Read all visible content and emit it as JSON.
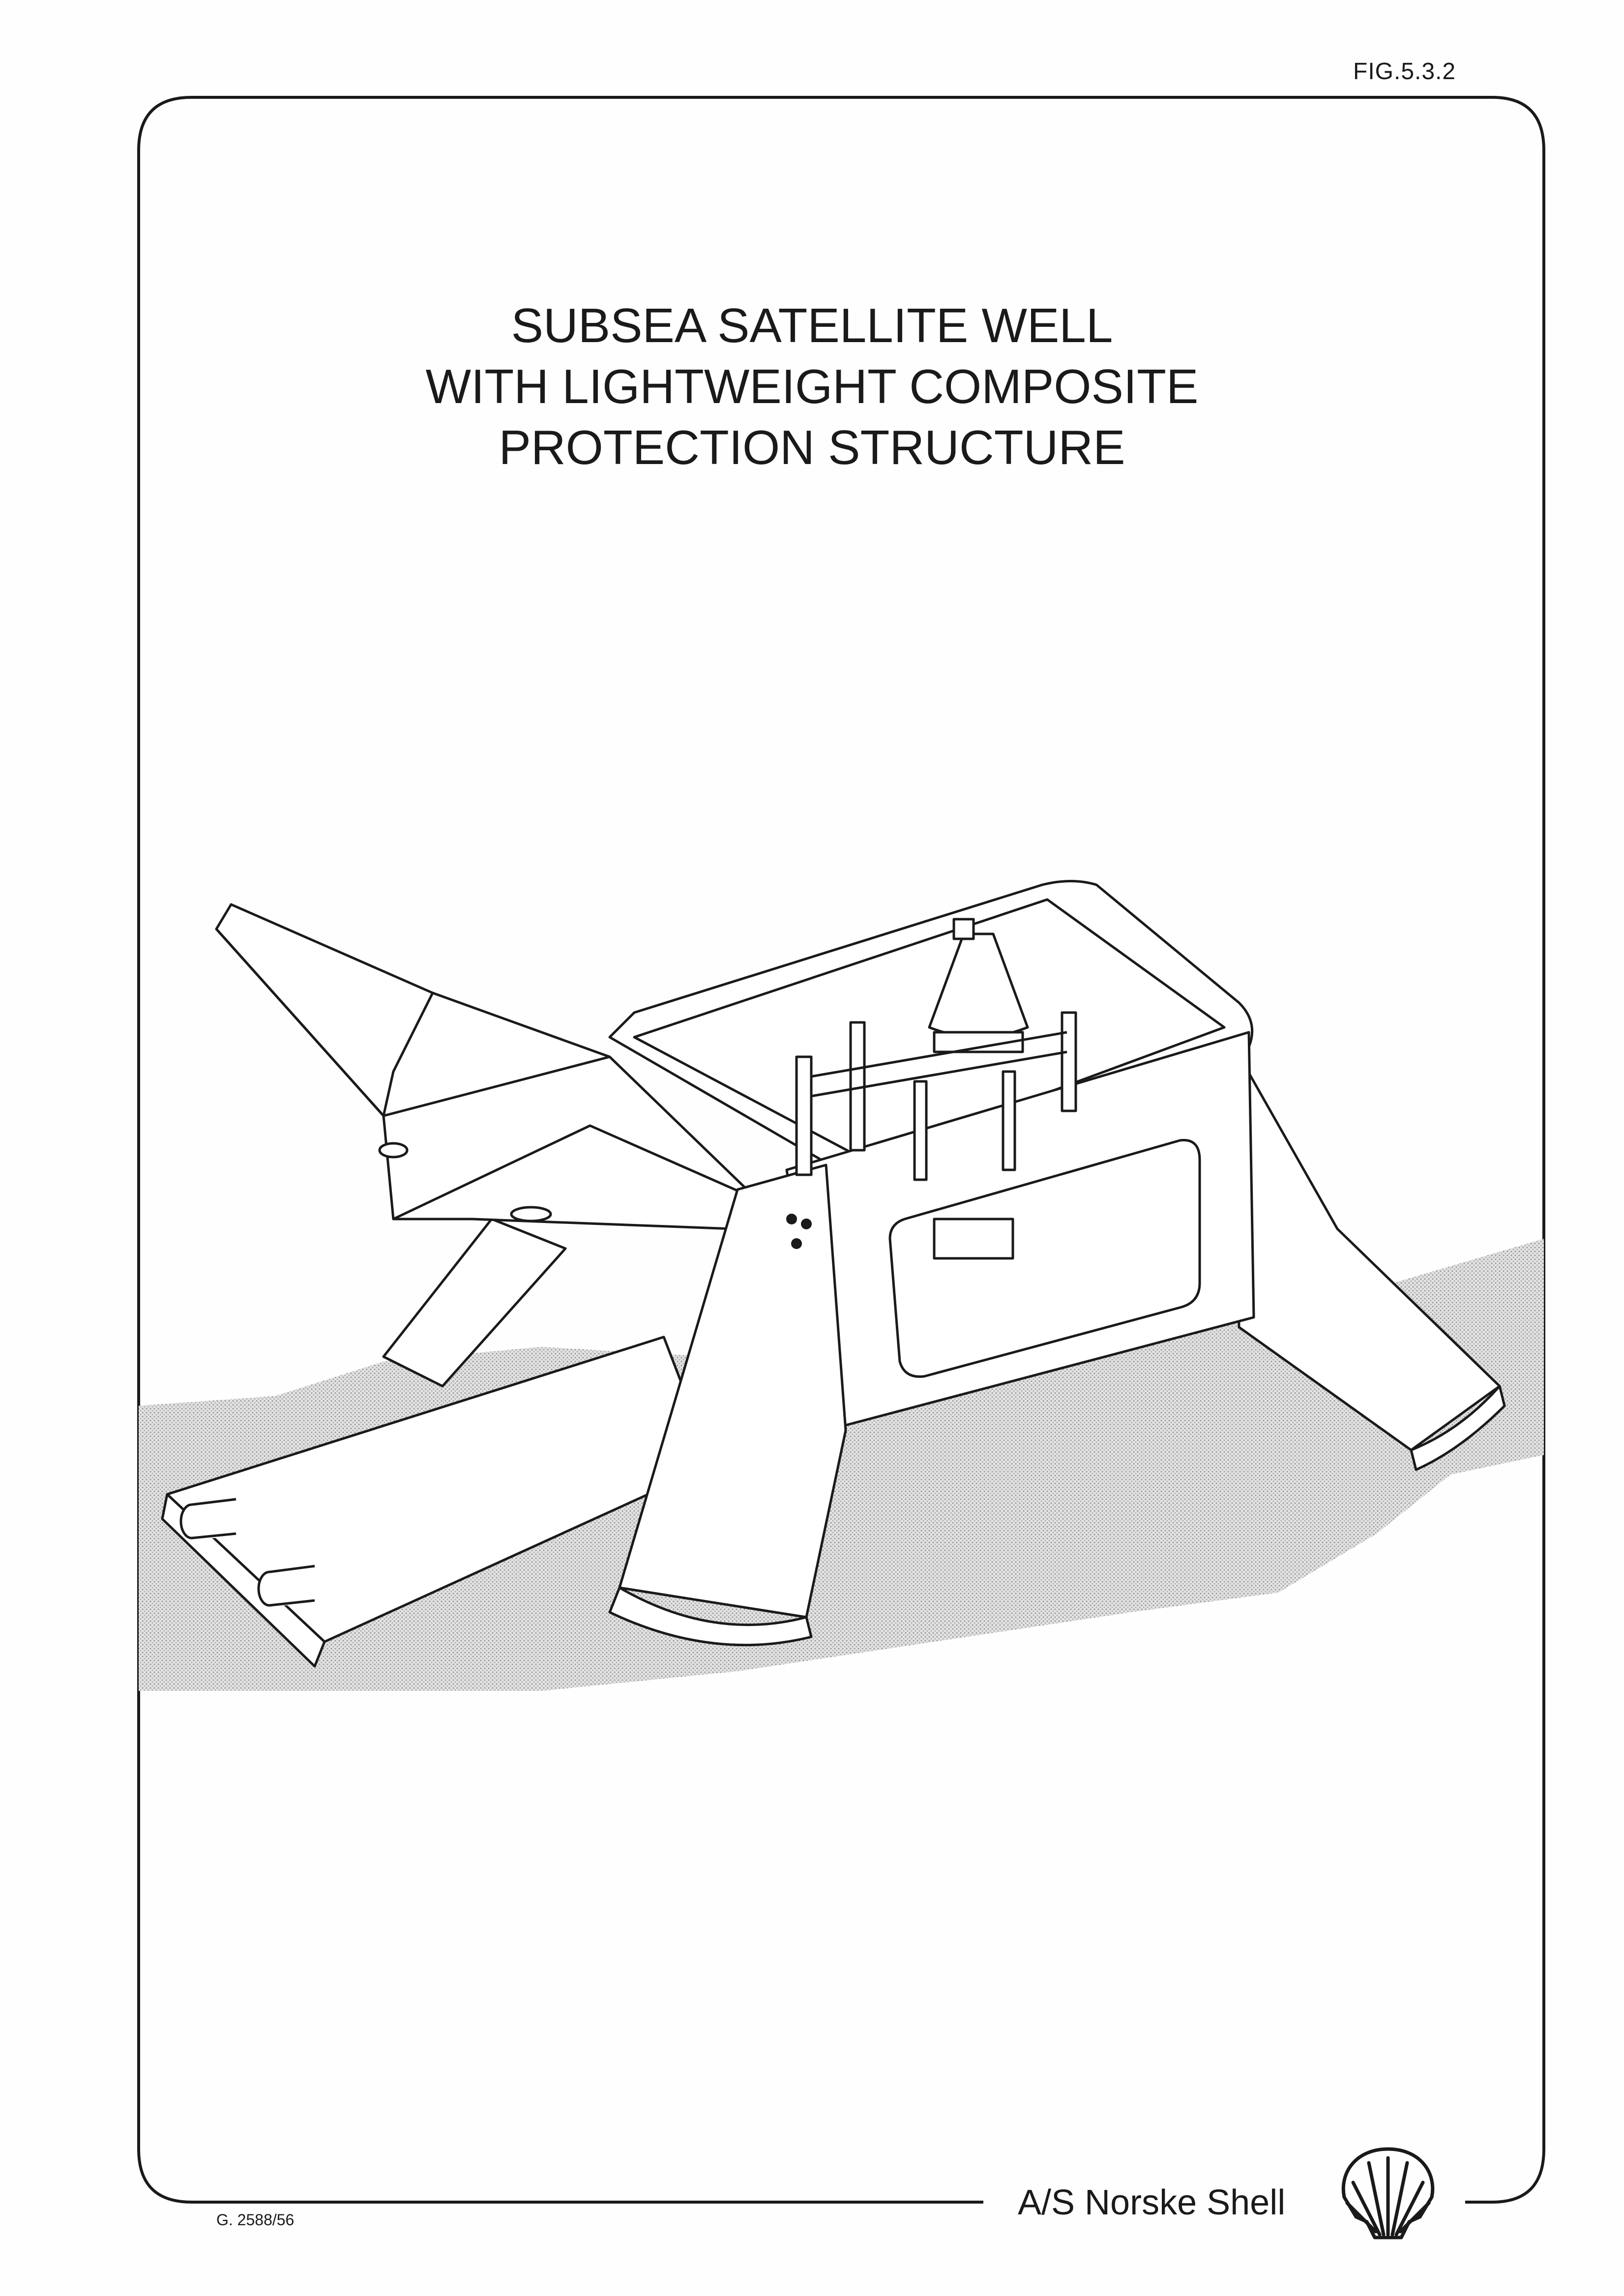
{
  "figure_label": "FIG.5.3.2",
  "title_lines": [
    "SUBSEA SATELLITE WELL",
    "WITH LIGHTWEIGHT COMPOSITE",
    "PROTECTION STRUCTURE"
  ],
  "company": "A/S Norske Shell",
  "drawing_number": "G. 2588/56",
  "icons": {
    "logo": "shell-logo-icon"
  },
  "colors": {
    "line": "#1a1a1a",
    "seabed_shading": "#d9d9d9",
    "paper": "#fefefe"
  }
}
